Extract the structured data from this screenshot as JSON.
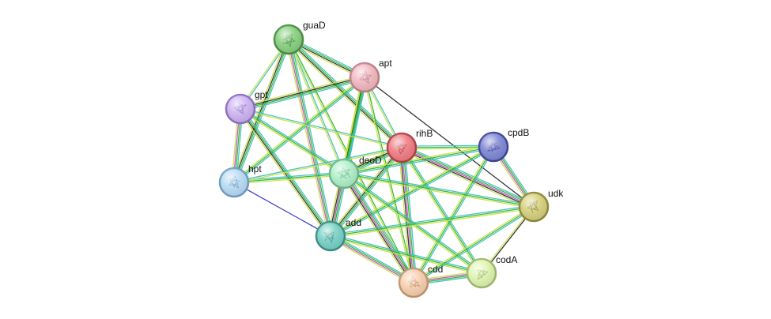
{
  "network": {
    "nodes": [
      {
        "id": "guaD",
        "label": "guaD",
        "color": "#86d07e",
        "border": "#4a8f43"
      },
      {
        "id": "apt",
        "label": "apt",
        "color": "#f2b8c0",
        "border": "#c07f88"
      },
      {
        "id": "gpt",
        "label": "gpt",
        "color": "#cdb3f2",
        "border": "#8d6fc4"
      },
      {
        "id": "rihB",
        "label": "rihB",
        "color": "#f07b82",
        "border": "#b34048"
      },
      {
        "id": "cpdB",
        "label": "cpdB",
        "color": "#7d86d4",
        "border": "#3f469a"
      },
      {
        "id": "hpt",
        "label": "hpt",
        "color": "#b8dcf5",
        "border": "#6f9fc4"
      },
      {
        "id": "deoD",
        "label": "deoD",
        "color": "#aff0c8",
        "border": "#6cb88c"
      },
      {
        "id": "udk",
        "label": "udk",
        "color": "#d6d07a",
        "border": "#8f8a3d"
      },
      {
        "id": "add",
        "label": "add",
        "color": "#76d2c6",
        "border": "#3d8f84"
      },
      {
        "id": "codA",
        "label": "codA",
        "color": "#e0f5b0",
        "border": "#a0bb6c"
      },
      {
        "id": "cdd",
        "label": "cdd",
        "color": "#f7cfae",
        "border": "#c4956f"
      }
    ],
    "edge_colors": [
      "#3fbfbf",
      "#2db52d",
      "#2a2a2a",
      "#c44fc4",
      "#c8e04a",
      "#3a3ad0"
    ],
    "edges": [
      {
        "a": "guaD",
        "b": "apt",
        "types": [
          0,
          1,
          2,
          4
        ]
      },
      {
        "a": "guaD",
        "b": "gpt",
        "types": [
          0,
          4
        ]
      },
      {
        "a": "guaD",
        "b": "hpt",
        "types": [
          0,
          1,
          2,
          4
        ]
      },
      {
        "a": "guaD",
        "b": "rihB",
        "types": [
          0,
          1,
          2,
          4
        ]
      },
      {
        "a": "guaD",
        "b": "deoD",
        "types": [
          0,
          4
        ]
      },
      {
        "a": "guaD",
        "b": "add",
        "types": [
          0,
          1,
          3,
          4
        ]
      },
      {
        "a": "guaD",
        "b": "cdd",
        "types": [
          1,
          4
        ]
      },
      {
        "a": "apt",
        "b": "gpt",
        "types": [
          0,
          1,
          2,
          4
        ]
      },
      {
        "a": "apt",
        "b": "hpt",
        "types": [
          0,
          1,
          4
        ]
      },
      {
        "a": "apt",
        "b": "rihB",
        "types": [
          0,
          4
        ]
      },
      {
        "a": "apt",
        "b": "deoD",
        "types": [
          0,
          1,
          2,
          4
        ]
      },
      {
        "a": "apt",
        "b": "add",
        "types": [
          0,
          1,
          4
        ]
      },
      {
        "a": "apt",
        "b": "udk",
        "types": [
          2
        ]
      },
      {
        "a": "apt",
        "b": "cdd",
        "types": [
          1,
          4
        ]
      },
      {
        "a": "gpt",
        "b": "hpt",
        "types": [
          0,
          1,
          3,
          4
        ]
      },
      {
        "a": "gpt",
        "b": "rihB",
        "types": [
          0,
          4
        ]
      },
      {
        "a": "gpt",
        "b": "deoD",
        "types": [
          0,
          1,
          4
        ]
      },
      {
        "a": "gpt",
        "b": "add",
        "types": [
          0,
          1,
          2,
          4
        ]
      },
      {
        "a": "hpt",
        "b": "deoD",
        "types": [
          0,
          1,
          4
        ]
      },
      {
        "a": "hpt",
        "b": "add",
        "types": [
          5
        ]
      },
      {
        "a": "hpt",
        "b": "rihB",
        "types": [
          0,
          4
        ]
      },
      {
        "a": "rihB",
        "b": "cpdB",
        "types": [
          0,
          1,
          4
        ]
      },
      {
        "a": "rihB",
        "b": "deoD",
        "types": [
          0,
          1,
          2,
          4
        ]
      },
      {
        "a": "rihB",
        "b": "udk",
        "types": [
          0,
          1,
          3,
          2,
          4
        ]
      },
      {
        "a": "rihB",
        "b": "add",
        "types": [
          0,
          1,
          2,
          4
        ]
      },
      {
        "a": "rihB",
        "b": "cdd",
        "types": [
          0,
          1,
          3,
          2,
          4
        ]
      },
      {
        "a": "rihB",
        "b": "codA",
        "types": [
          0,
          1,
          4
        ]
      },
      {
        "a": "cpdB",
        "b": "udk",
        "types": [
          0,
          1,
          3,
          4
        ]
      },
      {
        "a": "cpdB",
        "b": "deoD",
        "types": [
          0,
          1,
          4
        ]
      },
      {
        "a": "cpdB",
        "b": "add",
        "types": [
          0,
          1,
          4
        ]
      },
      {
        "a": "cpdB",
        "b": "cdd",
        "types": [
          0,
          1,
          4
        ]
      },
      {
        "a": "deoD",
        "b": "add",
        "types": [
          0,
          1,
          3,
          2,
          4
        ]
      },
      {
        "a": "deoD",
        "b": "cdd",
        "types": [
          0,
          1,
          3,
          2,
          4
        ]
      },
      {
        "a": "deoD",
        "b": "udk",
        "types": [
          0,
          1,
          4
        ]
      },
      {
        "a": "deoD",
        "b": "codA",
        "types": [
          0,
          1,
          4
        ]
      },
      {
        "a": "add",
        "b": "cdd",
        "types": [
          0,
          1,
          3,
          4
        ]
      },
      {
        "a": "add",
        "b": "udk",
        "types": [
          0,
          1,
          4
        ]
      },
      {
        "a": "add",
        "b": "codA",
        "types": [
          0,
          1,
          4
        ]
      },
      {
        "a": "udk",
        "b": "cdd",
        "types": [
          0,
          1,
          4
        ]
      },
      {
        "a": "udk",
        "b": "codA",
        "types": [
          2,
          4
        ]
      },
      {
        "a": "codA",
        "b": "cdd",
        "types": [
          0,
          1,
          3,
          4
        ]
      }
    ]
  }
}
